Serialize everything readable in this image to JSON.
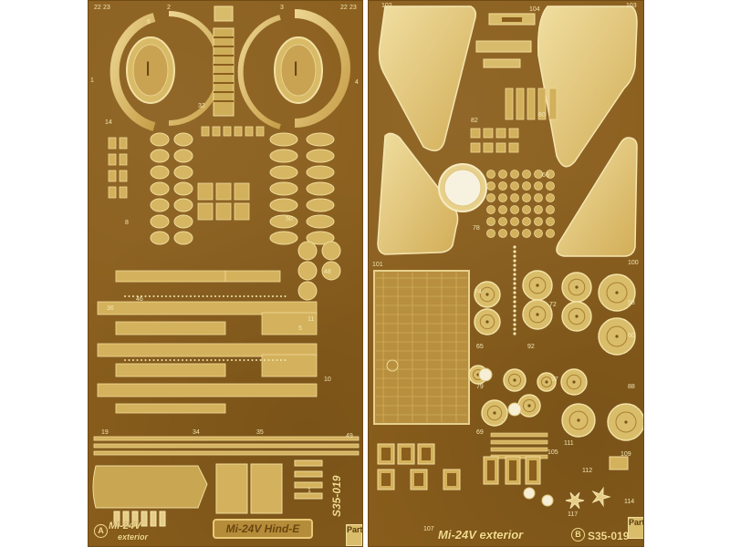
{
  "fret_a": {
    "title_line1": "Mi-24V",
    "title_line2": "exterior",
    "letter": "A",
    "nameplate": "Mi-24V Hind-E",
    "code": "S35-019",
    "logo": "Part",
    "part_numbers": [
      "22",
      "23",
      "2",
      "1",
      "6",
      "3",
      "22",
      "23",
      "4",
      "32",
      "14",
      "50",
      "48",
      "11",
      "36",
      "5",
      "10",
      "8",
      "46",
      "19",
      "34",
      "35",
      "49",
      "1"
    ]
  },
  "fret_b": {
    "title": "Mi-24V exterior",
    "letter": "B",
    "code": "S35-019",
    "logo": "Part",
    "part_numbers": [
      "102",
      "103",
      "104",
      "82",
      "80",
      "78",
      "66",
      "101",
      "100",
      "74",
      "72",
      "98",
      "60",
      "88",
      "65",
      "79",
      "97",
      "92",
      "69",
      "111",
      "105",
      "112",
      "117",
      "114",
      "107",
      "109"
    ]
  },
  "colors": {
    "fret": "#8a5e1c",
    "brass": "#d4b15c",
    "brass_light": "#ecd591",
    "label": "#f3dc8e"
  }
}
